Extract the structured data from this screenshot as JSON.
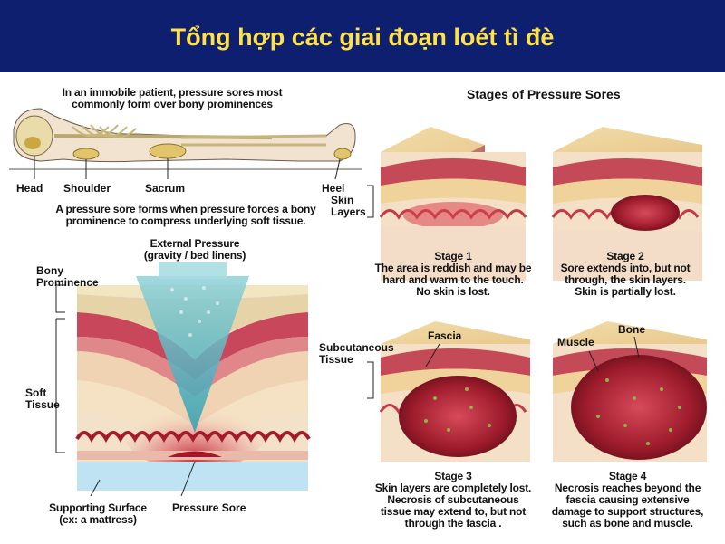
{
  "title": "Tổng hợp các giai đoạn loét tì đè",
  "colors": {
    "header_bg": "#0d1f6e",
    "title": "#ffe24a",
    "arrow": "#5fb7c4",
    "wound": "#b31a2e"
  },
  "left": {
    "intro_line1": "In an immobile patient, pressure sores most",
    "intro_line2": "commonly form over bony prominences",
    "body_labels": {
      "head": "Head",
      "shoulder": "Shoulder",
      "sacrum": "Sacrum",
      "heel": "Heel"
    },
    "explain_line1": "A pressure sore forms when pressure forces a bony",
    "explain_line2": "prominence to compress underlying soft tissue.",
    "external_line1": "External Pressure",
    "external_line2": "(gravity / bed linens)",
    "bony_line1": "Bony",
    "bony_line2": "Prominence",
    "soft_line1": "Soft",
    "soft_line2": "Tissue",
    "support_line1": "Supporting Surface",
    "support_line2": "(ex: a mattress)",
    "pressure_sore": "Pressure Sore"
  },
  "right": {
    "heading": "Stages of Pressure Sores",
    "skin_line1": "Skin",
    "skin_line2": "Layers",
    "subcut_line1": "Subcutaneous",
    "subcut_line2": "Tissue",
    "fascia": "Fascia",
    "muscle": "Muscle",
    "bone": "Bone",
    "stages": [
      {
        "name": "Stage 1",
        "l1": "The area is reddish and may be",
        "l2": "hard and warm to the touch.",
        "l3": "No skin is lost."
      },
      {
        "name": "Stage 2",
        "l1": "Sore extends into, but not",
        "l2": "through, the skin layers.",
        "l3": "Skin is partially lost."
      },
      {
        "name": "Stage 3",
        "l1": "Skin layers are completely lost.",
        "l2": "Necrosis of subcutaneous",
        "l3": "tissue may extend to, but not",
        "l4": "through the fascia ."
      },
      {
        "name": "Stage 4",
        "l1": "Necrosis reaches beyond the",
        "l2": "fascia causing extensive",
        "l3": "damage to support structures,",
        "l4": "such as bone and muscle."
      }
    ]
  }
}
